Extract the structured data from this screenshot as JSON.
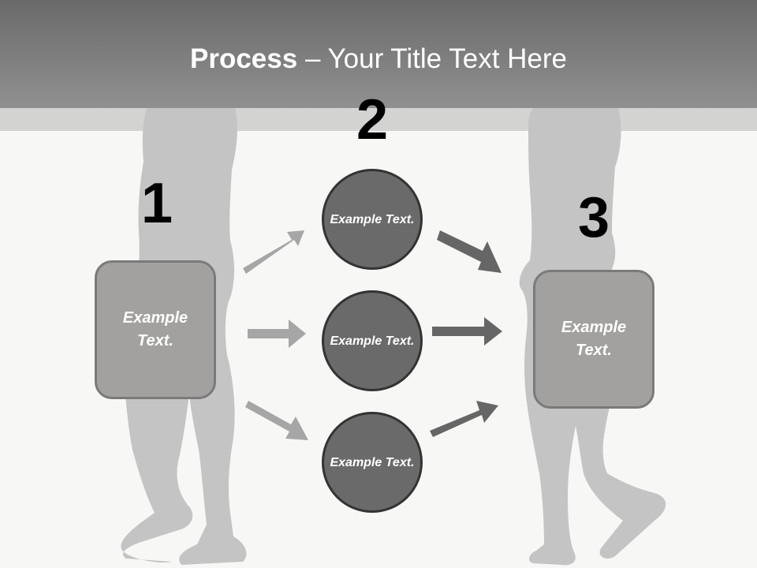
{
  "title": {
    "bold": "Process",
    "rest": " – Your Title Text Here"
  },
  "steps": [
    {
      "number": "1",
      "text": "Example Text."
    },
    {
      "number": "2"
    },
    {
      "number": "3",
      "text": "Example Text."
    }
  ],
  "circles": [
    {
      "text": "Example Text."
    },
    {
      "text": "Example Text."
    },
    {
      "text": "Example Text."
    }
  ],
  "colors": {
    "header": "#7a7a7a",
    "box_fill": "#a2a19f",
    "circle_fill": "#6a6a6a",
    "arrow_left": "#a6a6a6",
    "arrow_right": "#666666"
  }
}
